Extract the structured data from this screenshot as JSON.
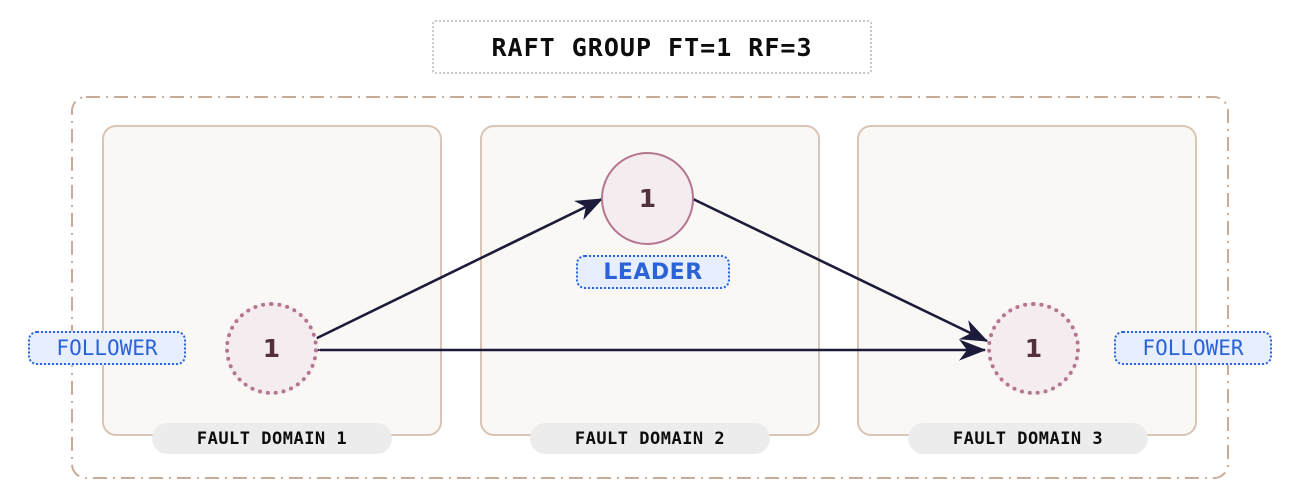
{
  "title": {
    "text": "RAFT GROUP FT=1 RF=3"
  },
  "colors": {
    "outer_border": "#c9ab99",
    "fd_border": "#d9c4b6",
    "fd_fill": "#faf8f5",
    "fd_label_fill": "#ececec",
    "node_fill": "#f4ecef",
    "node_border": "#b4758f",
    "node_text": "#54303f",
    "badge_text": "#2a63d8",
    "badge_fill": "#e6eeff",
    "arrow": "#1c1b3a",
    "title_border": "#c9c9c9"
  },
  "fault_domains": [
    {
      "label": "FAULT DOMAIN 1"
    },
    {
      "label": "FAULT DOMAIN 2"
    },
    {
      "label": "FAULT DOMAIN 3"
    }
  ],
  "nodes": [
    {
      "id": "follower-1",
      "value": "1",
      "role": "FOLLOWER",
      "domain": 1,
      "style": "dotted"
    },
    {
      "id": "leader",
      "value": "1",
      "role": "LEADER",
      "domain": 2,
      "style": "solid"
    },
    {
      "id": "follower-3",
      "value": "1",
      "role": "FOLLOWER",
      "domain": 3,
      "style": "dotted"
    }
  ],
  "badges": {
    "leader": "LEADER",
    "follower_left": "FOLLOWER",
    "follower_right": "FOLLOWER"
  },
  "connections": [
    {
      "from": "follower-1",
      "to": "leader",
      "bidirectional": true
    },
    {
      "from": "leader",
      "to": "follower-3",
      "bidirectional": true
    },
    {
      "from": "follower-1",
      "to": "follower-3",
      "bidirectional": true
    }
  ]
}
